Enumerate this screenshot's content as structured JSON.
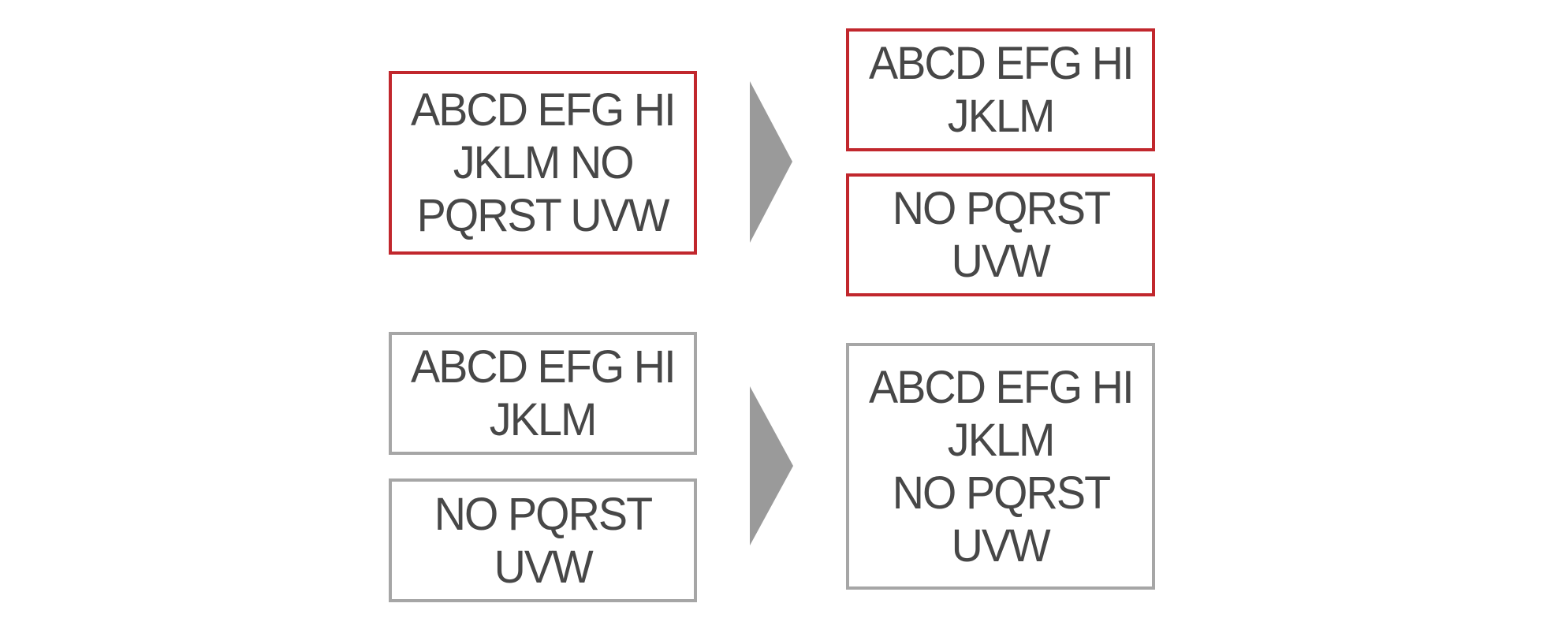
{
  "canvas": {
    "background": "#ffffff"
  },
  "colors": {
    "split_box_border": "#c1272d",
    "merge_box_border": "#a6a6a6",
    "arrow_fill": "#9a9a9a",
    "text": "#474747"
  },
  "split_flow": {
    "source_box": {
      "lines": [
        "ABCD EFG HI",
        "JKLM NO",
        "PQRST UVW"
      ]
    },
    "arrow_icon": "right-arrow",
    "result_boxes": [
      {
        "lines": [
          "ABCD EFG HI",
          "JKLM"
        ]
      },
      {
        "lines": [
          "NO PQRST",
          "UVW"
        ]
      }
    ]
  },
  "merge_flow": {
    "source_boxes": [
      {
        "lines": [
          "ABCD EFG HI",
          "JKLM"
        ]
      },
      {
        "lines": [
          "NO PQRST",
          "UVW"
        ]
      }
    ],
    "arrow_icon": "right-arrow",
    "result_box": {
      "lines": [
        "ABCD EFG HI",
        "JKLM",
        "NO PQRST",
        "UVW"
      ]
    }
  }
}
